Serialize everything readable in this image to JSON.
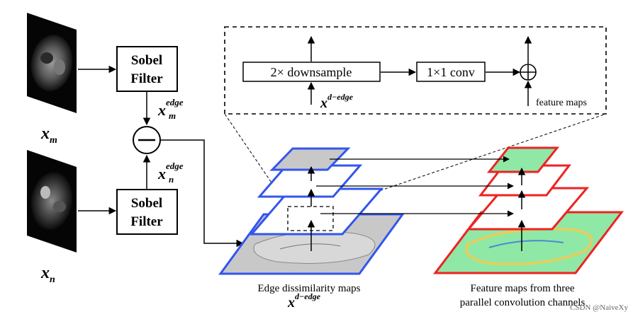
{
  "inputs": {
    "image_m_label": "x",
    "image_m_sub": "m",
    "image_n_label": "x",
    "image_n_sub": "n"
  },
  "sobel_top": {
    "line1": "Sobel",
    "line2": "Filter"
  },
  "sobel_bottom": {
    "line1": "Sobel",
    "line2": "Filter"
  },
  "edge_m": {
    "base": "x",
    "sup": "edge",
    "sub": "m"
  },
  "edge_n": {
    "base": "x",
    "sup": "edge",
    "sub": "n"
  },
  "subtract_symbol": "⊖",
  "detail_box": {
    "downsample_label": "2× downsample",
    "conv_label": "1×1 conv",
    "input_base": "x",
    "input_sup": "d−edge",
    "feature_maps_label": "feature maps",
    "add_symbol": "⊕"
  },
  "captions": {
    "edge_maps_line1": "Edge dissimilarity maps",
    "edge_maps_symbol_base": "x",
    "edge_maps_symbol_sup": "d−edge",
    "feature_maps_line1": "Feature maps from three",
    "feature_maps_line2": "parallel convolution channels"
  },
  "watermark": "CSDN @NaiveXy",
  "colors": {
    "edge_pyramid": "#3355ee",
    "feature_pyramid": "#ee2222",
    "edge_fill": "#c8c8c8",
    "feature_fill": "#8fe8a6"
  }
}
